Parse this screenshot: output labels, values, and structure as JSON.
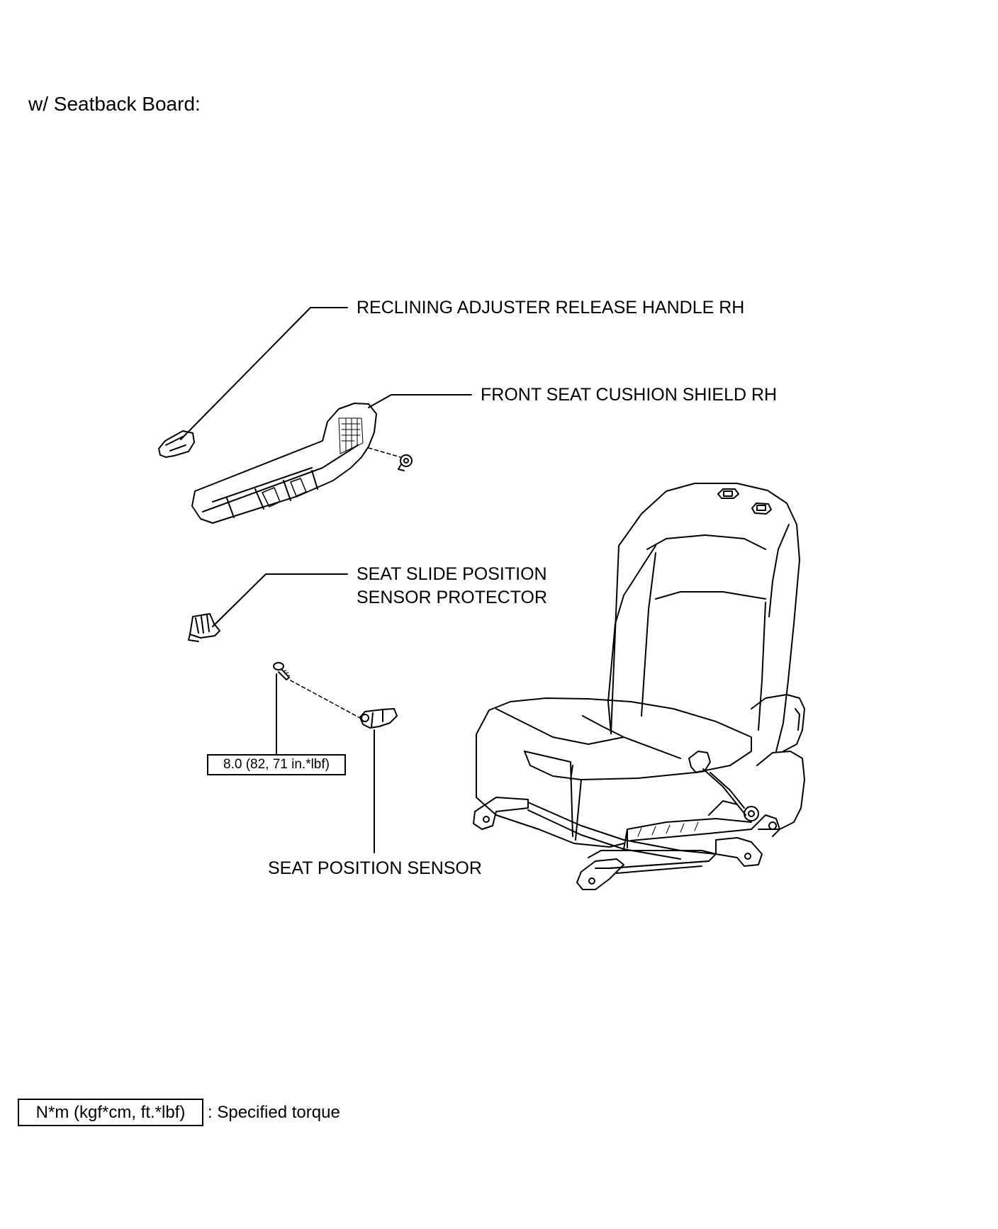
{
  "heading": "w/ Seatback Board:",
  "labels": {
    "reclining_handle": "RECLINING ADJUSTER RELEASE HANDLE RH",
    "cushion_shield": "FRONT SEAT CUSHION SHIELD RH",
    "protector_line1": "SEAT SLIDE POSITION",
    "protector_line2": "SENSOR PROTECTOR",
    "position_sensor": "SEAT POSITION SENSOR"
  },
  "torque": "8.0 (82, 71 in.*lbf)",
  "legend": {
    "box": "N*m (kgf*cm, ft.*lbf)",
    "description": ": Specified torque"
  }
}
